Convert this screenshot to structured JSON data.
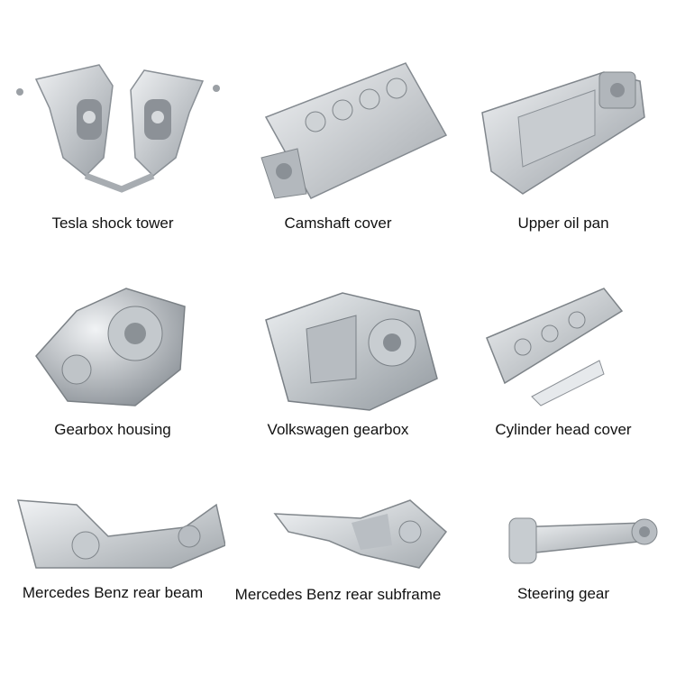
{
  "items": [
    {
      "label": "Tesla shock tower"
    },
    {
      "label": "Camshaft cover"
    },
    {
      "label": "Upper oil pan"
    },
    {
      "label": "Gearbox housing"
    },
    {
      "label": "Volkswagen gearbox"
    },
    {
      "label": "Cylinder head cover"
    },
    {
      "label": "Mercedes Benz rear beam"
    },
    {
      "label": "Mercedes Benz rear subframe"
    },
    {
      "label": "Steering gear"
    }
  ],
  "colors": {
    "background": "#ffffff",
    "metal_light": "#e6e8ea",
    "metal_mid": "#b9bdc2",
    "metal_dark": "#7d8287",
    "text": "#111111"
  }
}
